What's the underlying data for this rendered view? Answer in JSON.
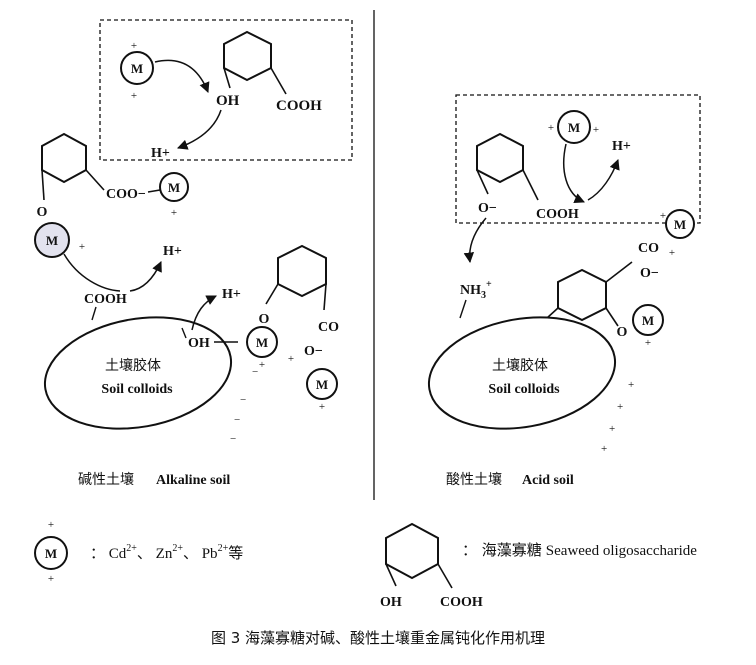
{
  "colors": {
    "line": "#111111",
    "highlight_metal": "#e2e2ee",
    "background": "#ffffff"
  },
  "labels": {
    "metal": "M",
    "plus": "+",
    "minus": "−",
    "oh": "OH",
    "h_plus": "H+",
    "cooh": "COOH",
    "coo_minus": "COO−",
    "o": "O",
    "o_minus": "O−",
    "co": "CO",
    "nh3": "NH",
    "nh3_sub": "3",
    "nh3_sup": "+"
  },
  "alkaline": {
    "colloid_cn": "土壤胶体",
    "colloid_en": "Soil colloids",
    "caption_cn": "碱性土壤",
    "caption_en": "Alkaline soil"
  },
  "acid": {
    "colloid_cn": "土壤胶体",
    "colloid_en": "Soil colloids",
    "caption_cn": "酸性土壤",
    "caption_en": "Acid soil"
  },
  "legend": {
    "metal_prefix": "： Cd",
    "cd_sup": "2+",
    "zn": "、 Zn",
    "zn_sup": "2+",
    "pb": "、 Pb",
    "pb_sup": "2+",
    "suffix": "等",
    "oligo_cn": "： 海藻寡糖",
    "oligo_en": "Seaweed oligosaccharide"
  },
  "figure": {
    "caption": "图 3   海藻寡糖对碱、酸性土壤重金属钝化作用机理"
  }
}
